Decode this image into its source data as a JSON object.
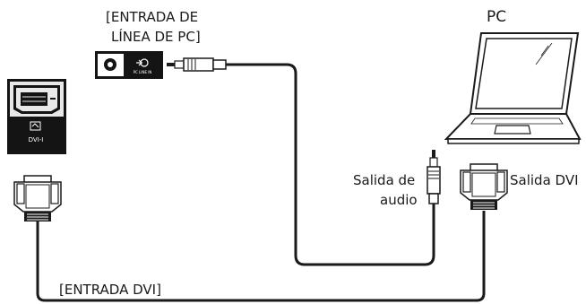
{
  "labels": {
    "pc_line_in": [
      "[ENTRADA DE",
      "LÍNEA DE PC]"
    ],
    "pc": "PC",
    "audio_out": [
      "Salida de",
      "audio"
    ],
    "dvi_out": "Salida DVI",
    "dvi_in": "[ENTRADA DVI]"
  },
  "panel": {
    "dvi_port_label": "DVI-I",
    "audio_port_label": "PC LINE IN"
  },
  "colors": {
    "cable": "#1a1a1a",
    "panel_dark": "#141414",
    "panel_light": "#e8e8e8",
    "laptop_fill": "#ffffff"
  }
}
